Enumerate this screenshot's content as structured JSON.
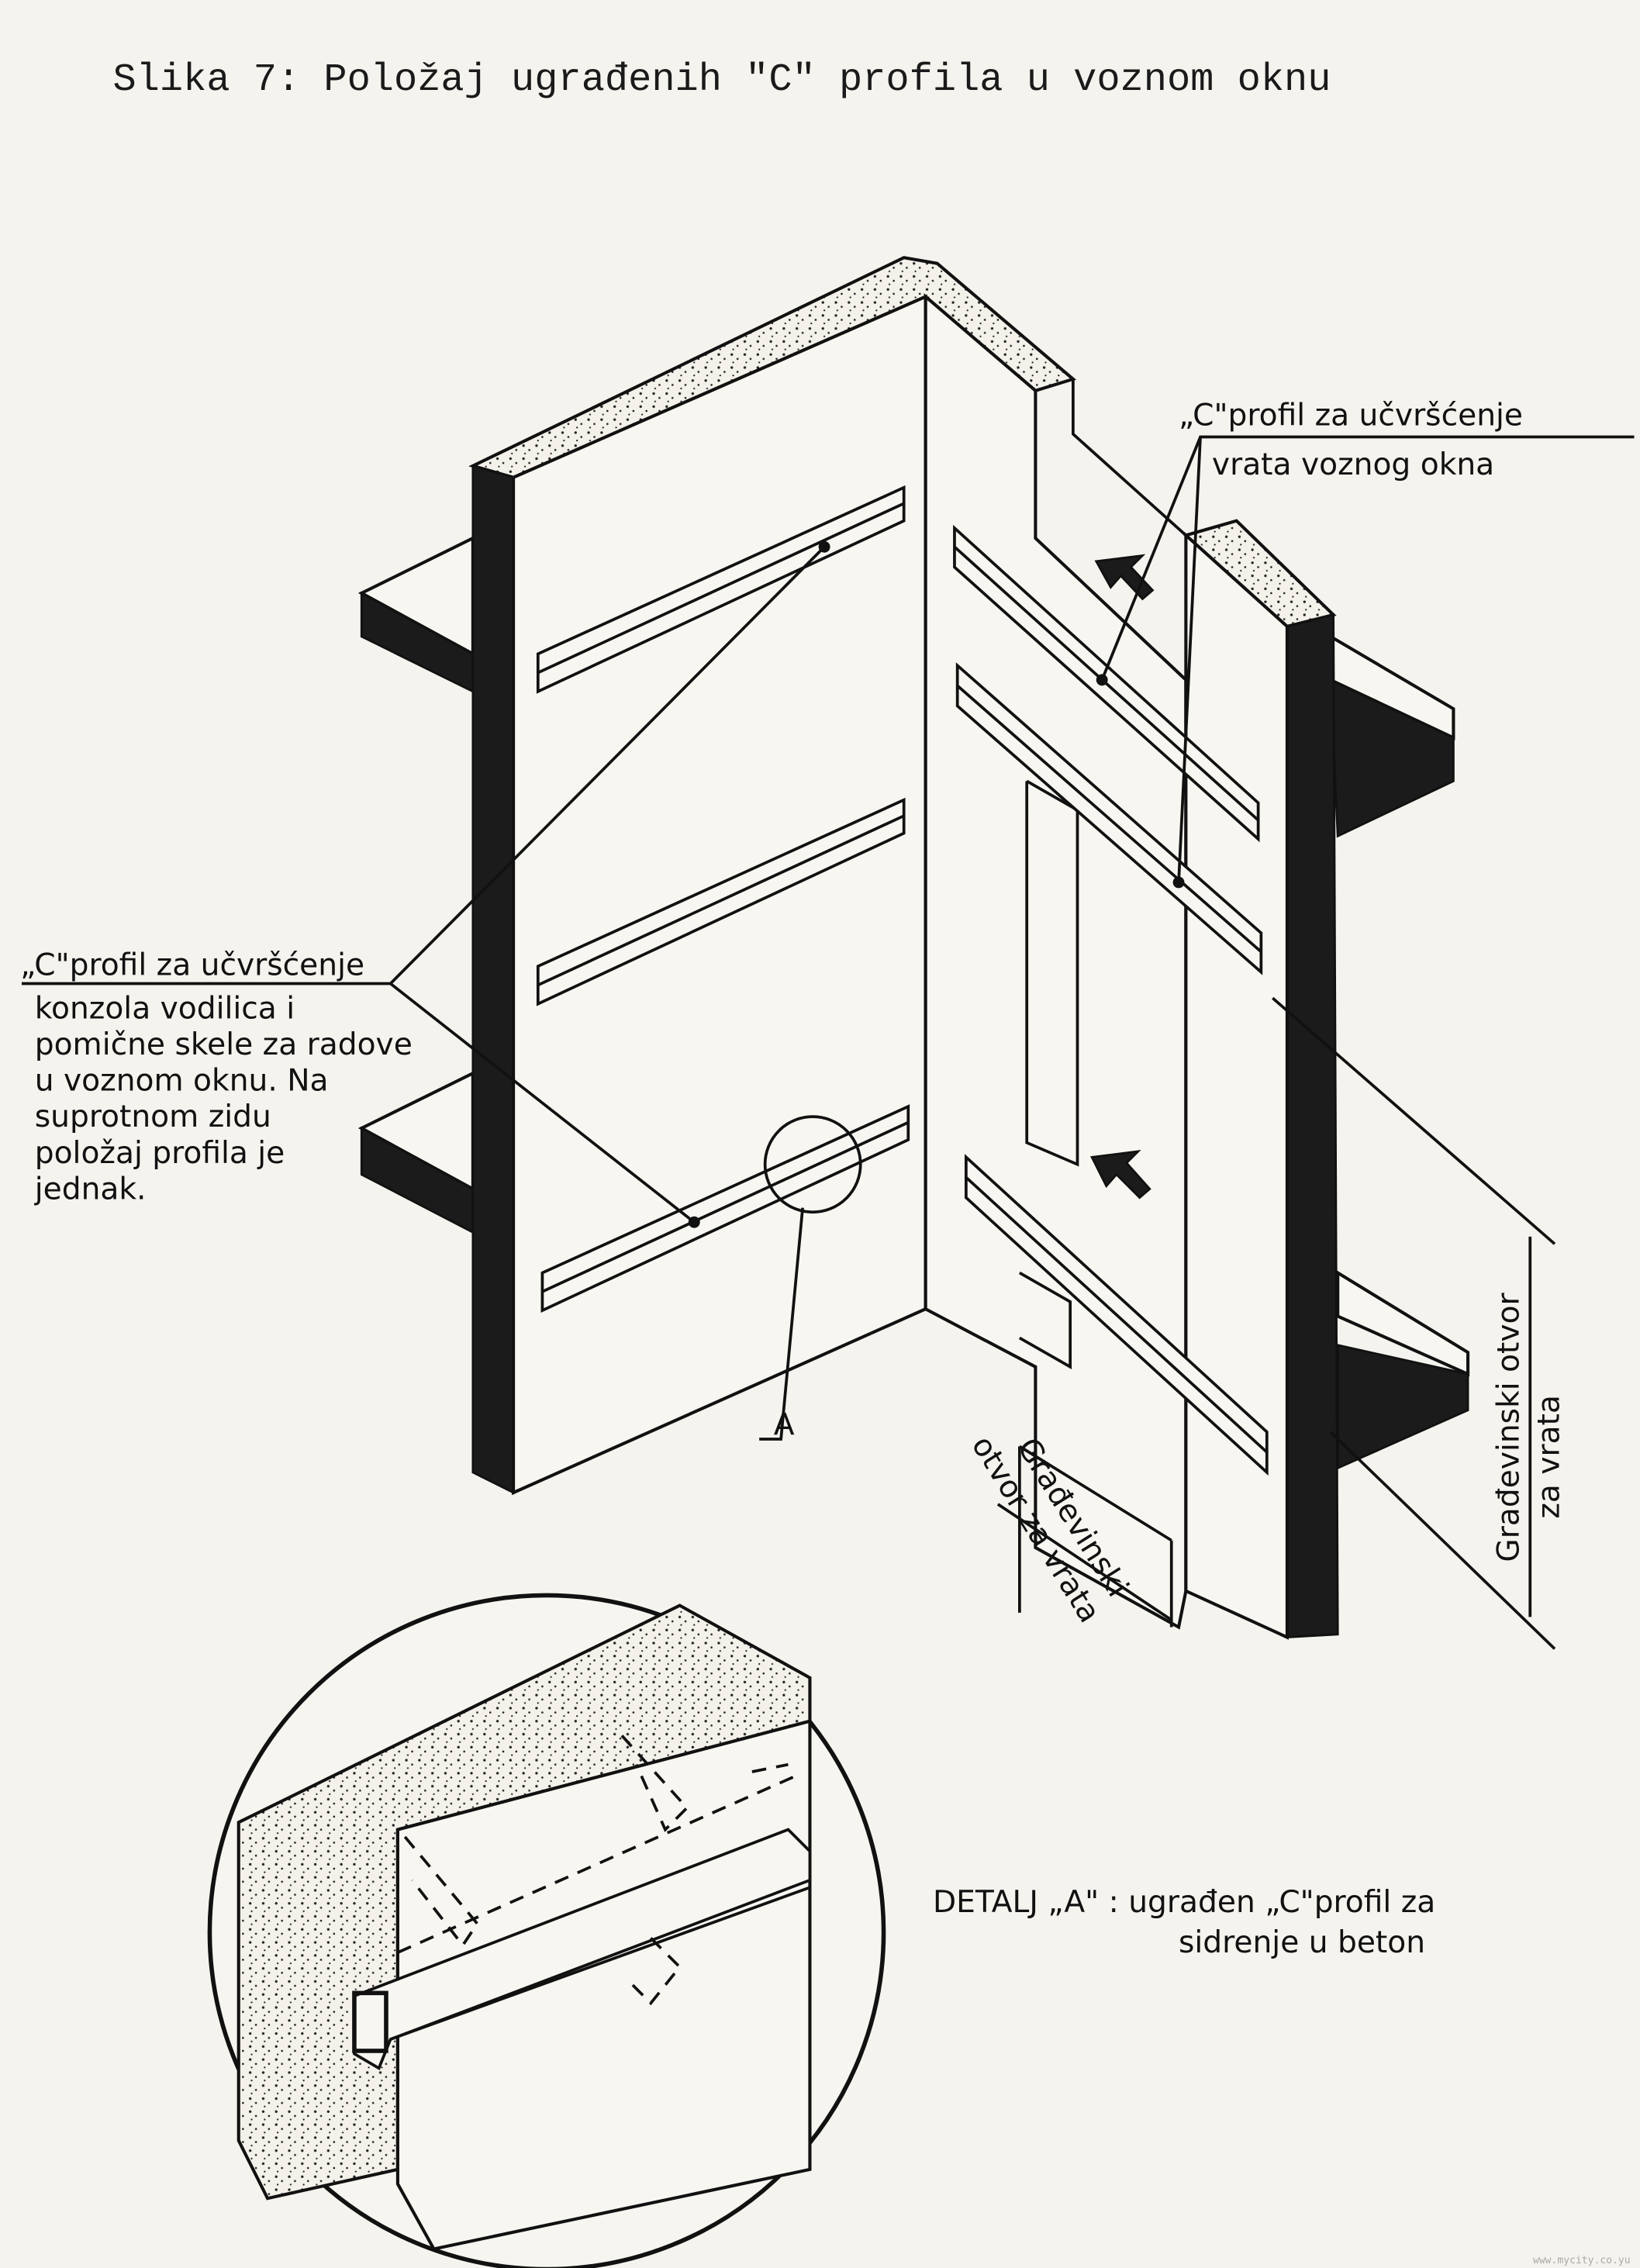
{
  "title": "Slika 7: Položaj ugrađenih \"C\" profila u voznom oknu",
  "labels": {
    "door_profile": {
      "line1": "„C\"profil za učvršćenje",
      "line2": "vrata voznog okna"
    },
    "guide_profile": {
      "lines": [
        "„C\"profil za učvršćenje",
        "konzola vodilica i",
        "pomične skele za radove",
        "u voznom  oknu. Na",
        "suprotnom zidu",
        "položaj profila je",
        "jednak."
      ]
    },
    "detail_marker": "A",
    "opening_left": {
      "line1": "Građevinski",
      "line2": "otvor za vrata"
    },
    "opening_right": {
      "line1": "Građevinski otvor",
      "line2": "za vrata"
    },
    "detail_caption": {
      "line1": "DETALJ „A\" : ugrađen „C\"profil za",
      "line2": "sidrenje u beton"
    }
  },
  "watermark": "www.mycity.co.yu"
}
